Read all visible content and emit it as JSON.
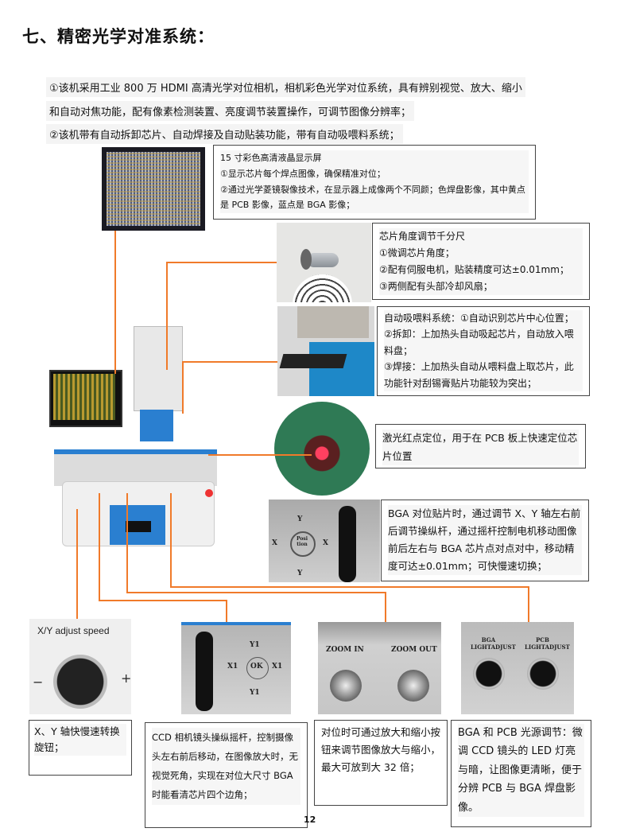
{
  "title": "七、精密光学对准系统：",
  "intro": [
    "①该机采用工业 800 万 HDMI 高清光学对位相机，相机彩色光学对位系统，具有辨别视觉、放大、缩小",
    "和自动对焦功能，配有像素检测装置、亮度调节装置操作，可调节图像分辨率；",
    "②该机带有自动拆卸芯片、自动焊接及自动贴装功能，带有自动吸喂料系统；"
  ],
  "callouts": {
    "lcd": [
      "15 寸彩色高清液晶显示屏",
      "①显示芯片每个焊点图像，确保精准对位；",
      "②通过光学菱镜裂像技术，在显示器上成像两个不同颜；色焊盘影像，其中黄点是 PCB 影像，蓝点是 BGA 影像；"
    ],
    "micrometer": [
      "芯片角度调节千分尺",
      "①微调芯片角度；",
      "②配有伺服电机，贴装精度可达±0.01mm；",
      "③两侧配有头部冷却风扇；"
    ],
    "feeder": [
      "自动吸喂料系统：①自动识别芯片中心位置；",
      "②拆卸：上加热头自动吸起芯片，自动放入喂料盘；",
      "③焊接：上加热头自动从喂料盘上取芯片，此功能针对刮锡膏贴片功能较为突出；"
    ],
    "laser": [
      "激光红点定位，用于在 PCB 板上快速定位芯片位置"
    ],
    "joystick": [
      "BGA 对位贴片时，通过调节 X、Y 轴左右前后调节操纵杆，通过摇杆控制电机移动图像前后左右与 BGA 芯片点对点对中，移动精度可达±0.01mm；可快慢速切换；"
    ],
    "speed": [
      "X、Y 轴快慢速转换旋钮；"
    ],
    "ccd": [
      "CCD 相机镜头操纵摇杆，控制摄像头左右前后移动，在图像放大时，无视觉死角，实现在对位大尺寸 BGA 时能看清芯片四个边角；"
    ],
    "zoom": [
      "对位时可通过放大和缩小按钮来调节图像放大与缩小，最大可放到大 32 倍；"
    ],
    "light": [
      "BGA 和 PCB 光源调节：微调 CCD 镜头的 LED 灯亮与暗，让图像更清晰，便于分辨 PCB 与 BGA 焊盘影像。"
    ]
  },
  "photo_labels": {
    "speed_knob": "X/Y adjust speed",
    "minus": "−",
    "plus": "+",
    "joy_pos_top": "Y",
    "joy_pos_bottom": "Y",
    "joy_pos_left": "X",
    "joy_pos_right": "X",
    "joy_pos_center": "Posi tion",
    "ccd_top": "Y1",
    "ccd_bottom": "Y1",
    "ccd_left": "X1",
    "ccd_right": "X1",
    "ccd_center": "OK",
    "zoom_in": "ZOOM IN",
    "zoom_out": "ZOOM OUT",
    "bga_light": "BGA LIGHTADJUST",
    "pcb_light": "PCB LIGHTADJUST"
  },
  "page_number": "12",
  "colors": {
    "leader_line": "#f07a2a",
    "machine_blue": "#2a7fd0",
    "box_border": "#444444"
  }
}
